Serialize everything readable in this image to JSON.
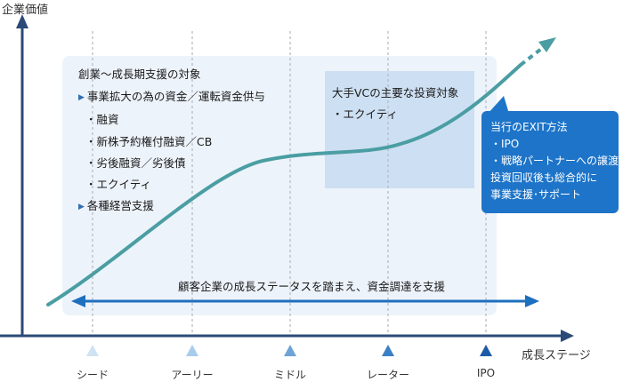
{
  "axes": {
    "y_label": "企業価値",
    "x_label": "成長ステージ"
  },
  "panel": {
    "title": "創業〜成長期支援の対象",
    "items": [
      {
        "text": "事業拡大の為の資金／運転資金供与",
        "style": "arrow"
      },
      {
        "text": "・融資",
        "style": "indent"
      },
      {
        "text": "・新株予約権付融資／CB",
        "style": "indent"
      },
      {
        "text": "・劣後融資／劣後債",
        "style": "indent"
      },
      {
        "text": "・エクイティ",
        "style": "indent"
      },
      {
        "text": "各種経営支援",
        "style": "arrow"
      }
    ]
  },
  "vc_box": {
    "title": "大手VCの主要な投資対象",
    "items": [
      "・エクイティ"
    ]
  },
  "exit_box": {
    "lines": [
      "当行のEXIT方法",
      "・IPO",
      "・戦略パートナーへの譲渡",
      "投資回収後も総合的に",
      "事業支援･サポート"
    ]
  },
  "funding_label": "顧客企業の成長ステータスを踏まえ、資金調達を支援",
  "stages": [
    {
      "label": "シード",
      "color": "#cfe3f5"
    },
    {
      "label": "アーリー",
      "color": "#a9cbec"
    },
    {
      "label": "ミドル",
      "color": "#6ea3d8"
    },
    {
      "label": "レーター",
      "color": "#3c7fc4"
    },
    {
      "label": "IPO",
      "color": "#1c5aa6"
    }
  ],
  "colors": {
    "axis": "#2b4a78",
    "curve": "#4a9ea3",
    "panel_bg": "#edf3fa",
    "vc_bg": "#cddff2",
    "exit_bg": "#1d74c8",
    "arrow": "#1d6fbf"
  }
}
